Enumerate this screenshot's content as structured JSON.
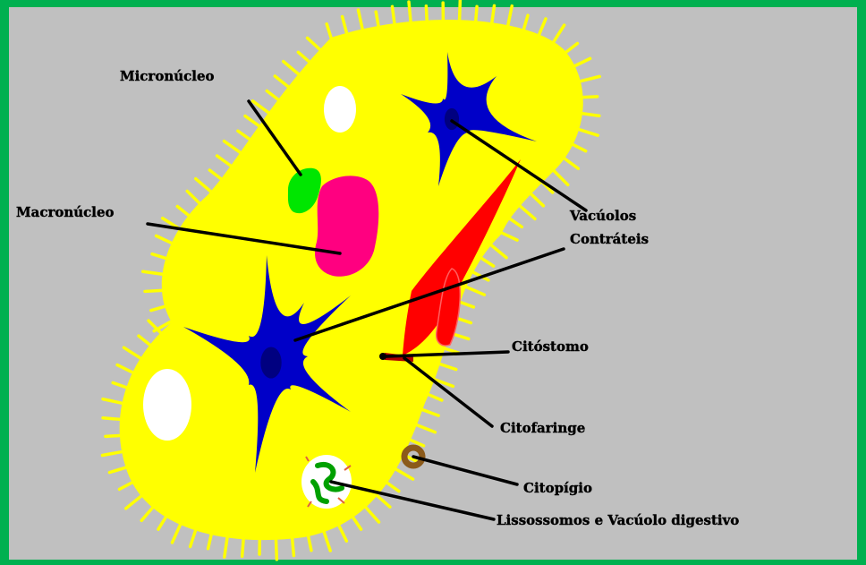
{
  "colors": {
    "frame": "#00b050",
    "background": "#c0c0c0",
    "cell": "#ffff00",
    "cilia": "#ffff00",
    "contractile_vacuole": "#0000c8",
    "contractile_vacuole_center": "#000080",
    "micronucleus": "#00e600",
    "macronucleus": "#ff0080",
    "oral_groove": "#ff0000",
    "cytopyge": "#8b5a1a",
    "food_vacuole_enzymes": "#00a000",
    "vacuole_white": "#ffffff",
    "leader_line": "#000000"
  },
  "labels": {
    "micronucleo": "Micronúcleo",
    "macronucleo": "Macronúcleo",
    "vacuolos_1": "Vacúolos",
    "vacuolos_2": "Contráteis",
    "citostomo": "Citóstomo",
    "citofaringe": "Citofaringe",
    "citopigio": "Citopígio",
    "lissossomos": "Lissossomos e Vacúolo digestivo"
  }
}
